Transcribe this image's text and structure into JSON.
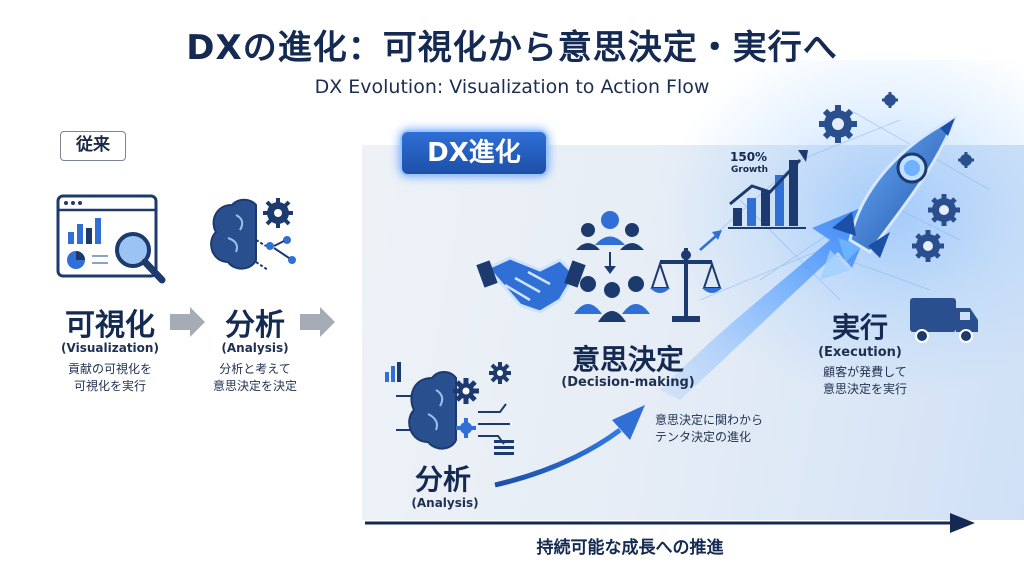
{
  "title": "DXの進化：可視化から意思決定・実行へ",
  "subtitle": "DX Evolution: Visualization to Action Flow",
  "legacy_tag": "従来",
  "dx_badge": "DX進化",
  "legacy": {
    "visualization": {
      "title": "可視化",
      "en": "(Visualization)",
      "desc1": "貢献の可視化を",
      "desc2": "可視化を実行"
    },
    "analysis": {
      "title": "分析",
      "en": "(Analysis)",
      "desc1": "分析と考えて",
      "desc2": "意思決定を決定"
    }
  },
  "dx": {
    "analysis": {
      "title": "分析",
      "en": "(Analysis)"
    },
    "decision": {
      "title": "意思決定",
      "en": "(Decision-making)",
      "note1": "意思決定に関わから",
      "note2": "テンタ決定の進化"
    },
    "execution": {
      "title": "実行",
      "en": "(Execution)",
      "desc1": "顧客が発費して",
      "desc2": "意思決定を実行"
    }
  },
  "growth": {
    "percent": "150%",
    "word": "Growth"
  },
  "timeline_label": "持続可能な成長への推進",
  "colors": {
    "navy": "#142a52",
    "accent_blue": "#2a6ad6",
    "arrow_gray": "#a6acb6",
    "panel_bg": "#e6edf6"
  },
  "icons": [
    "dashboard-magnifier-icon",
    "brain-gear-icon",
    "brain-gears-icon",
    "handshake-icon",
    "team-icon",
    "scales-icon",
    "growth-chart-icon",
    "rocket-icon",
    "truck-icon",
    "gear-icon"
  ]
}
